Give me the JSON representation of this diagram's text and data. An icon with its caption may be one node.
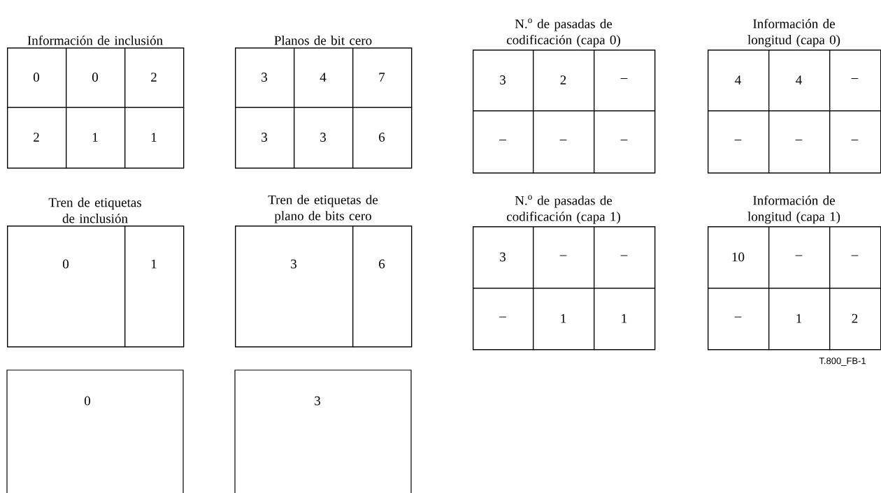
{
  "diagram": {
    "nodes": [
      {
        "text": [
          "Información de inclusión"
        ]
      },
      {
        "text": [
          "0"
        ],
        "in": 0
      },
      {
        "text": [
          "0"
        ],
        "in": 0
      },
      {
        "text": [
          "2"
        ],
        "in": 0
      },
      {
        "text": [
          "2"
        ],
        "in": 0
      },
      {
        "text": [
          "1"
        ],
        "in": 0
      },
      {
        "text": [
          "1"
        ],
        "in": 0
      },
      {
        "text": [
          "Planos de bit cero"
        ]
      },
      {
        "text": [
          "3"
        ],
        "in": 7
      },
      {
        "text": [
          "4"
        ],
        "in": 7
      },
      {
        "text": [
          "7"
        ],
        "in": 7
      },
      {
        "text": [
          "3"
        ],
        "in": 7
      },
      {
        "text": [
          "3"
        ],
        "in": 7
      },
      {
        "text": [
          "6"
        ],
        "in": 7
      },
      {
        "text": [
          "N.$^{o}$ de pasadas de codificación (capa 0)"
        ]
      },
      {
        "text": [
          "3"
        ],
        "in": 14
      },
      {
        "text": [
          "2"
        ],
        "in": 14
      },
      {
        "text": [
          "–"
        ],
        "in": 14
      },
      {
        "text": [
          "–"
        ],
        "in": 14
      },
      {
        "text": [
          "–"
        ],
        "in": 14
      },
      {
        "text": [
          "–"
        ],
        "in": 14
      },
      {
        "text": [
          "Información de longitud (capa 0)"
        ]
      },
      {
        "text": [
          "4"
        ],
        "in": 21
      },
      {
        "text": [
          "4"
        ],
        "in": 21
      },
      {
        "text": [
          "–"
        ],
        "in": 21
      },
      {
        "text": [
          "–"
        ],
        "in": 21
      },
      {
        "text": [
          "–"
        ],
        "in": 21
      },
      {
        "text": [
          "–"
        ],
        "in": 21
      },
      {
        "text": [
          "Tren de etiquetas de inclusión"
        ]
      },
      {
        "text": [
          "0"
        ],
        "in": 28
      },
      {
        "text": [
          "1"
        ],
        "in": 28
      },
      {
        "text": [
          "Tren de etiquetas de plano de bits cero"
        ]
      },
      {
        "text": [
          "3"
        ],
        "in": 31
      },
      {
        "text": [
          "6"
        ],
        "in": 31
      },
      {
        "text": [
          "N.$^{o}$ de pasadas de codificación (capa 1)"
        ]
      },
      {
        "text": [
          "3"
        ],
        "in": 34
      },
      {
        "text": [
          "–"
        ],
        "in": 34
      },
      {
        "text": [
          "–"
        ],
        "in": 34
      },
      {
        "text": [
          "–"
        ],
        "in": 34
      },
      {
        "text": [
          "1"
        ],
        "in": 34
      },
      {
        "text": [
          "1"
        ],
        "in": 34
      },
      {
        "text": [
          "Información de longitud (capa 1)"
        ]
      },
      {
        "text": [
          "10"
        ],
        "in": 41
      },
      {
        "text": [
          "–"
        ],
        "in": 41
      },
      {
        "text": [
          "–"
        ],
        "in": 41
      },
      {
        "text": [
          "–"
        ],
        "in": 41
      },
      {
        "text": [
          "1"
        ],
        "in": 41
      },
      {
        "text": [
          "2"
        ],
        "in": 41
      },
      {
        "text": [
          "0"
        ]
      },
      {
        "text": [
          "3"
        ]
      }
    ],
    "labels": [
      "T.800_FB-1"
    ]
  }
}
